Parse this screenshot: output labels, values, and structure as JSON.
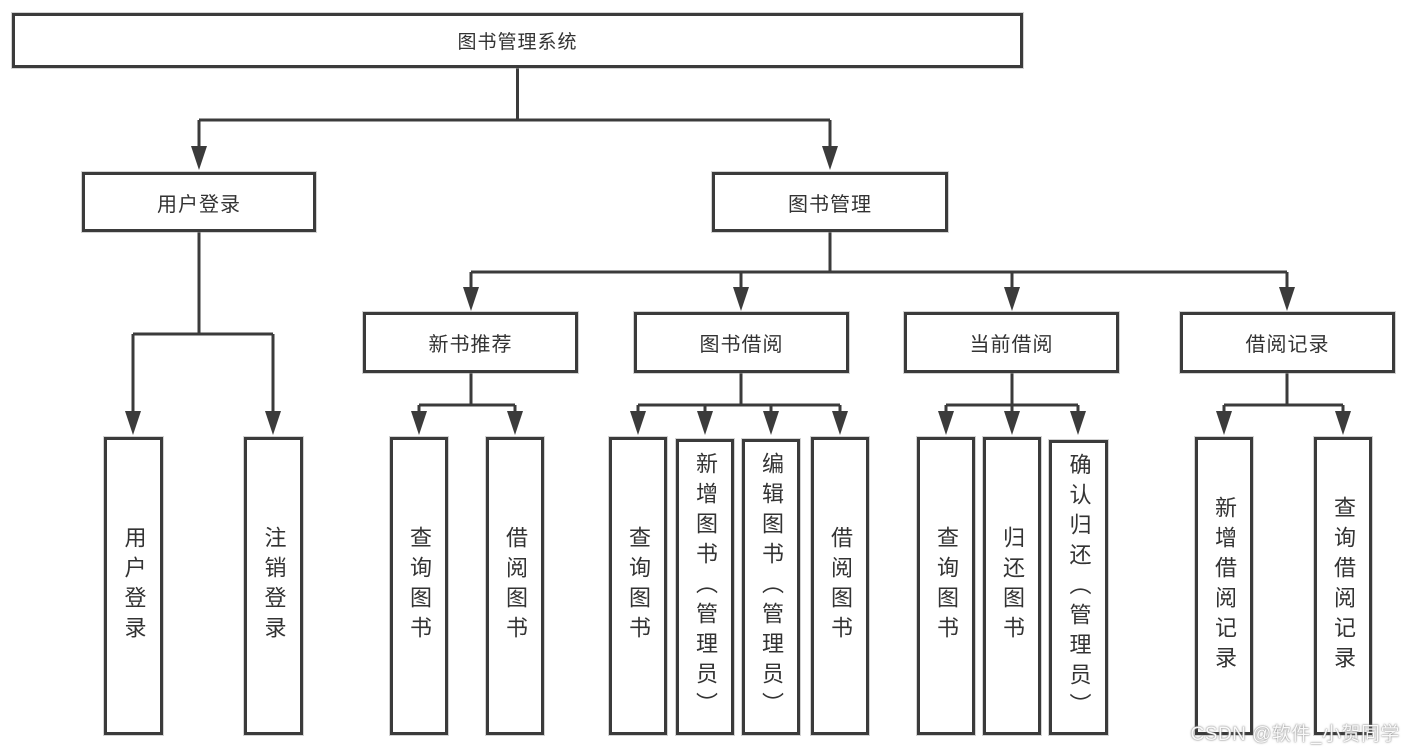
{
  "diagram": {
    "type": "hierarchy-tree",
    "root": {
      "label": "图书管理系统"
    },
    "branches": [
      {
        "label": "用户登录",
        "children": [
          {
            "label": "用户登录"
          },
          {
            "label": "注销登录"
          }
        ]
      },
      {
        "label": "图书管理",
        "children": [
          {
            "label": "新书推荐",
            "children": [
              {
                "label": "查询图书"
              },
              {
                "label": "借阅图书"
              }
            ]
          },
          {
            "label": "图书借阅",
            "children": [
              {
                "label": "查询图书"
              },
              {
                "label": "新增图书（管理员）"
              },
              {
                "label": "编辑图书（管理员）"
              },
              {
                "label": "借阅图书"
              }
            ]
          },
          {
            "label": "当前借阅",
            "children": [
              {
                "label": "查询图书"
              },
              {
                "label": "归还图书"
              },
              {
                "label": "确认归还（管理员）"
              }
            ]
          },
          {
            "label": "借阅记录",
            "children": [
              {
                "label": "新增借阅记录"
              },
              {
                "label": "查询借阅记录"
              }
            ]
          }
        ]
      }
    ]
  },
  "watermark": {
    "text": "CSDN @软件_小贺同学"
  },
  "colors": {
    "line": "#3b3b3b",
    "box_border": "#3b3b3b",
    "text": "#333333",
    "background": "#ffffff",
    "watermark": "#d7d7d5"
  }
}
